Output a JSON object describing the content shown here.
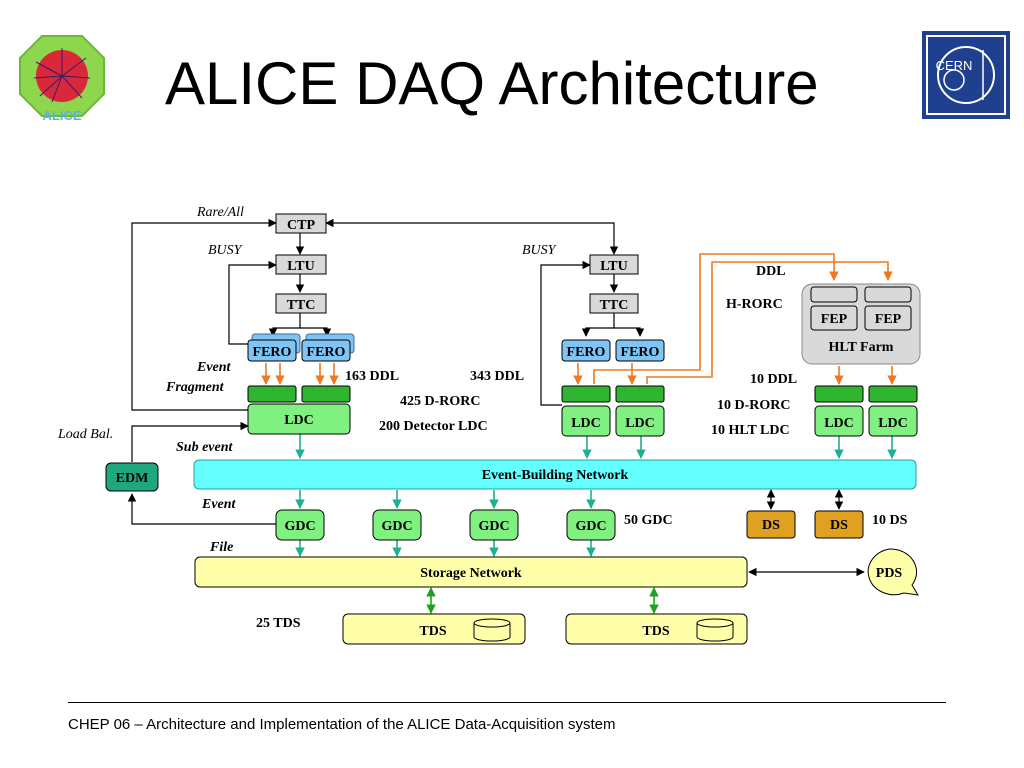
{
  "title": "ALICE DAQ Architecture",
  "footer": "CHEP 06 – Architecture and Implementation of the ALICE Data-Acquisition system",
  "logos": {
    "left_text": "ALICE",
    "right_text": "CERN"
  },
  "colors": {
    "grey_box": "#d9d9d9",
    "fero": "#7fc4f5",
    "ldc": "#80f080",
    "green_bar": "#2fb52f",
    "network": "#66ffff",
    "storage": "#ffffaa",
    "ds": "#e0a020",
    "edm": "#1fa77f",
    "orange_arrow": "#f07820",
    "teal_arrow": "#20b090",
    "green_arrow": "#20a020"
  },
  "trigger": {
    "ctp": "CTP",
    "ltu": "LTU",
    "ttc": "TTC",
    "fero": "FERO",
    "rare_all": "Rare/All",
    "busy": "BUSY"
  },
  "labels": {
    "event_fragment_1": "Event",
    "event_fragment_2": "Fragment",
    "load_bal": "Load Bal.",
    "sub_event": "Sub event",
    "event": "Event",
    "file": "File",
    "ddl_163": "163 DDL",
    "ddl_343": "343 DDL",
    "drorc_425": "425 D-RORC",
    "ldc_200": "200 Detector LDC",
    "ddl": "DDL",
    "hrorc": "H-RORC",
    "ddl_10": "10 DDL",
    "drorc_10": "10 D-RORC",
    "hlt_ldc_10": "10 HLT LDC",
    "gdc_50": "50 GDC",
    "ds_10": "10 DS",
    "tds_25": "25 TDS"
  },
  "boxes": {
    "ldc": "LDC",
    "gdc": "GDC",
    "ds": "DS",
    "edm": "EDM",
    "fep": "FEP",
    "hlt_farm": "HLT Farm",
    "pds": "PDS",
    "tds": "TDS",
    "event_building_network": "Event-Building Network",
    "storage_network": "Storage Network"
  }
}
